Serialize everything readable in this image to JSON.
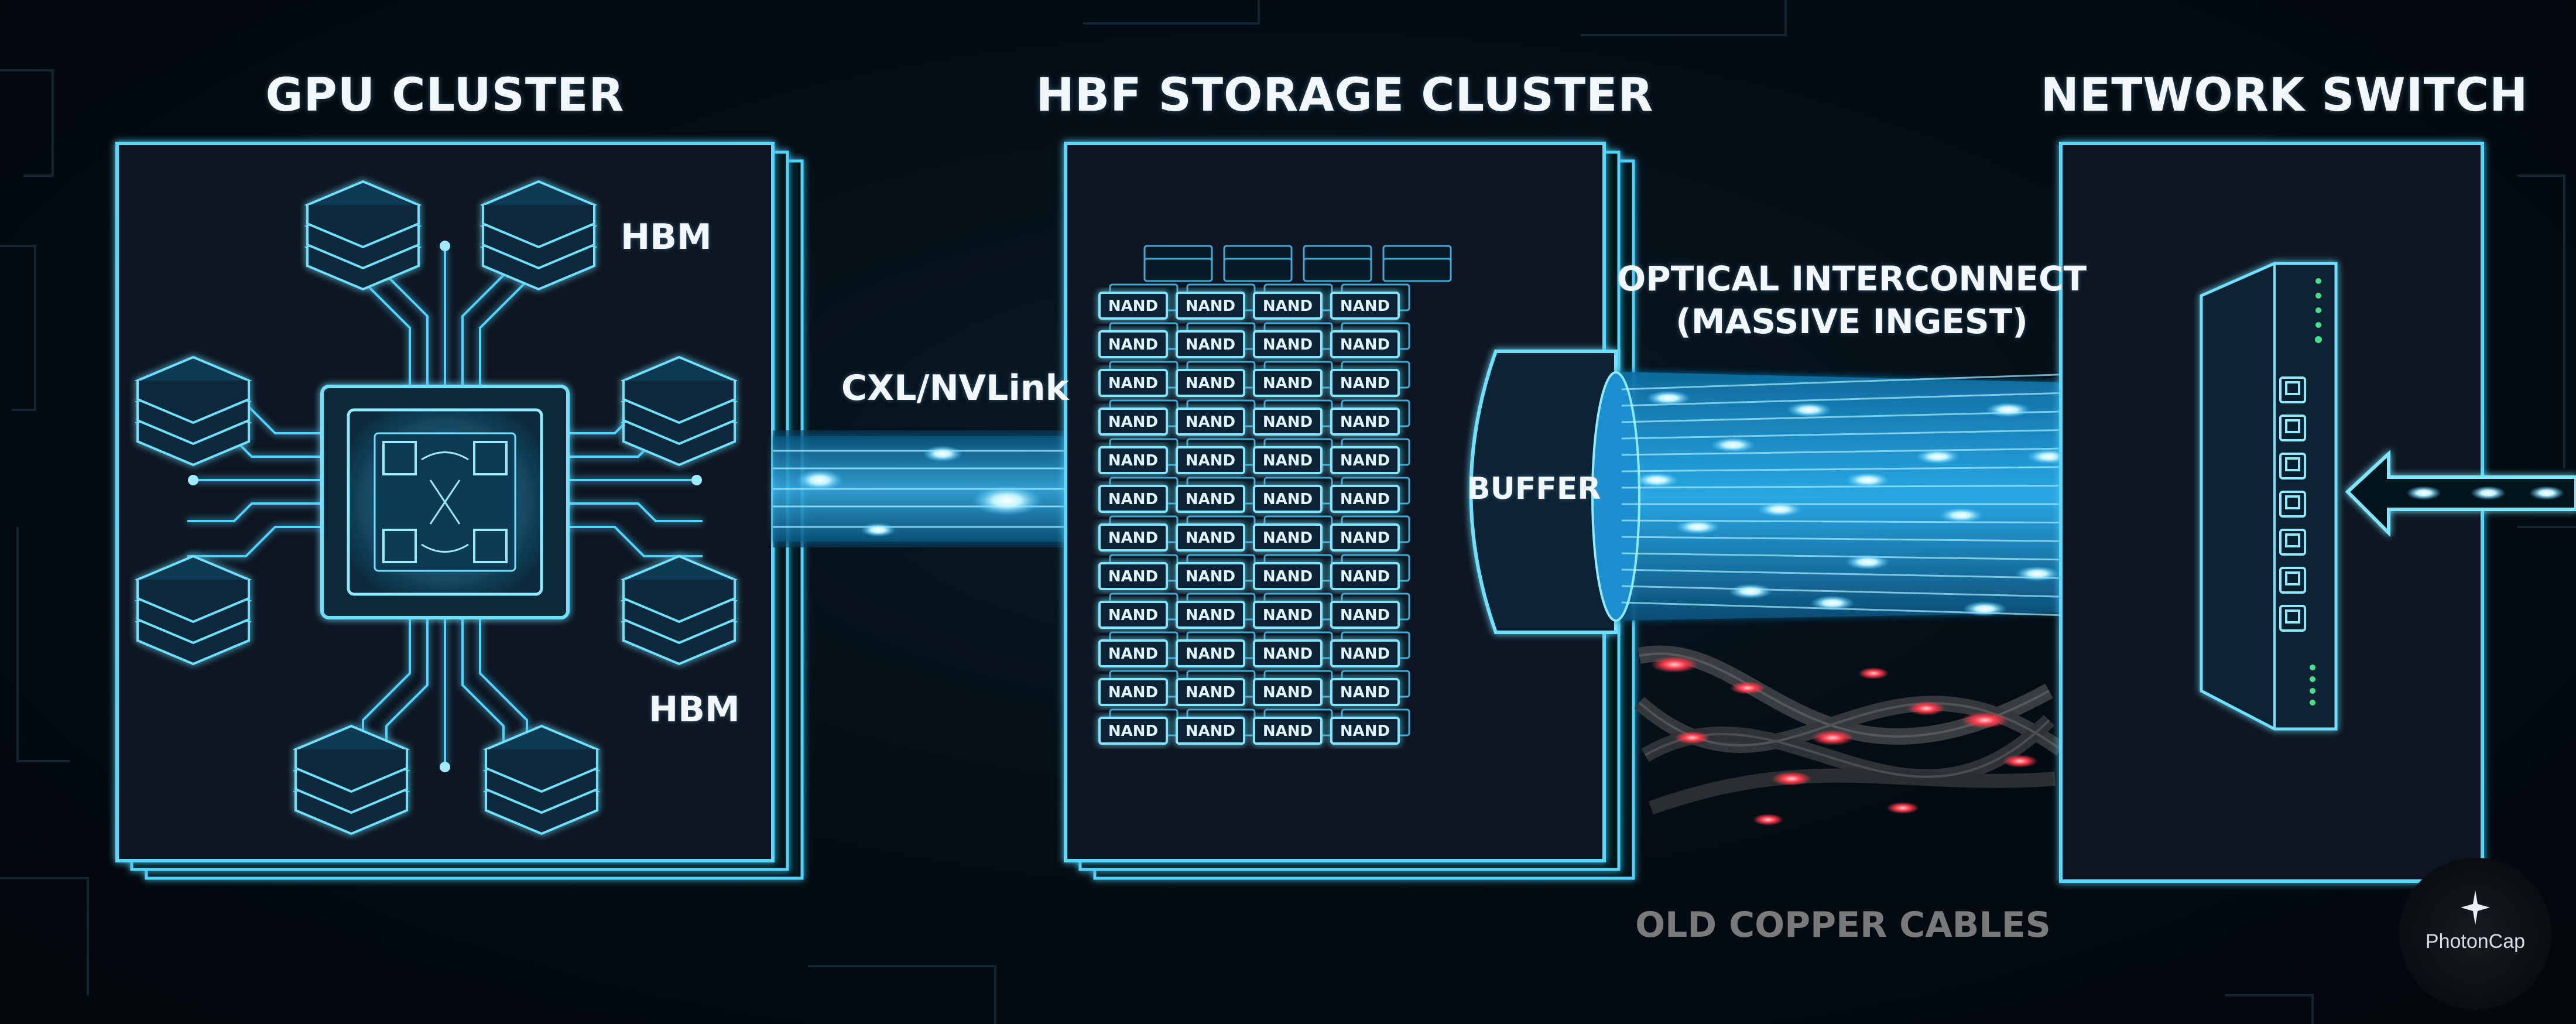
{
  "sections": {
    "gpu_cluster": "GPU CLUSTER",
    "storage_cluster": "HBF STORAGE CLUSTER",
    "network_switch": "NETWORK SWITCH"
  },
  "labels": {
    "hbm_top": "HBM",
    "hbm_bottom": "HBM",
    "link": "CXL/NVLink",
    "nand": "NAND",
    "buffer": "BUFFER",
    "optical_line1": "OPTICAL INTERCONNECT",
    "optical_line2": "(MASSIVE INGEST)",
    "copper": "OLD COPPER CABLES"
  },
  "logo": {
    "text": "PhotonCap"
  },
  "colors": {
    "cyan": "#4fd3ff",
    "glow": "#7fe6ff",
    "copper_red": "#ff3b4a",
    "text": "#f2f7fb"
  }
}
